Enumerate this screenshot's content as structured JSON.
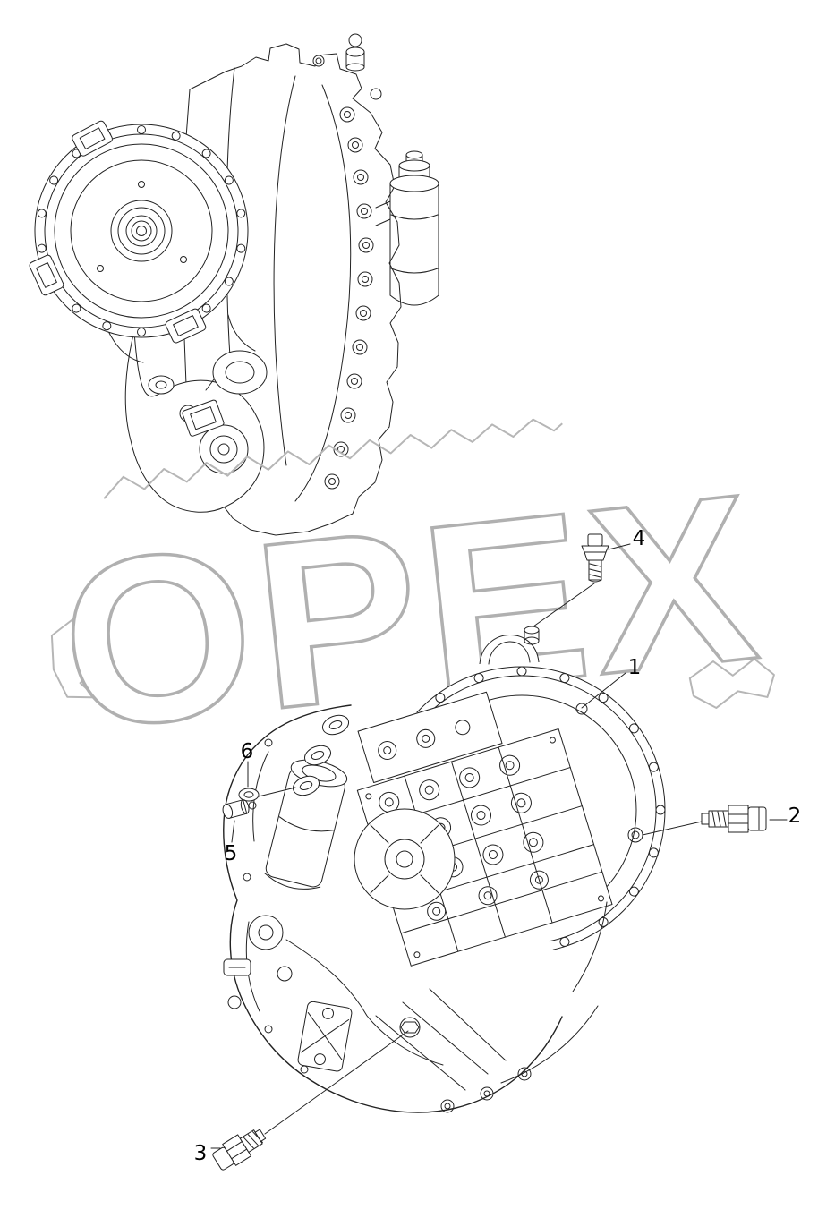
{
  "diagram": {
    "watermark": "OPEX",
    "callouts": [
      {
        "label": "1"
      },
      {
        "label": "2"
      },
      {
        "label": "3"
      },
      {
        "label": "4"
      },
      {
        "label": "5"
      },
      {
        "label": "6"
      }
    ]
  }
}
